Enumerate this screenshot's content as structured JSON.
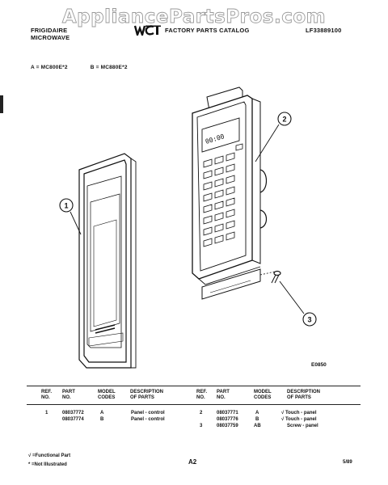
{
  "watermark": "AppliancePartsPros.com",
  "header": {
    "brand_line1": "FRIGIDAIRE",
    "brand_line2": "MICROWAVE",
    "catalog_title": "FACTORY PARTS CATALOG",
    "catalog_number": "LF33889100"
  },
  "models": {
    "a": "A = MC800E*2",
    "b": "B = MC880E*2"
  },
  "diagram": {
    "callouts": [
      "1",
      "2",
      "3"
    ],
    "display_readout": "00:00",
    "code": "E0850"
  },
  "table": {
    "headers": {
      "ref_no": [
        "REF.",
        "NO."
      ],
      "part_no": [
        "PART",
        "NO."
      ],
      "model_codes": [
        "MODEL",
        "CODES"
      ],
      "description": [
        "DESCRIPTION",
        "OF PARTS"
      ]
    },
    "left_rows": [
      {
        "ref": "1",
        "part": "08037772",
        "model": "A",
        "desc": "Panel - control"
      },
      {
        "ref": "",
        "part": "08037774",
        "model": "B",
        "desc": "Panel - control"
      }
    ],
    "right_rows": [
      {
        "ref": "2",
        "part": "08037771",
        "model": "A",
        "desc": "√ Touch - panel"
      },
      {
        "ref": "",
        "part": "08037776",
        "model": "B",
        "desc": "√ Touch - panel"
      },
      {
        "ref": "3",
        "part": "08037759",
        "model": "AB",
        "desc": "Screw - panel"
      }
    ]
  },
  "footnotes": {
    "functional": "√ =Functional Part",
    "not_illustrated": "* =Not Illustrated"
  },
  "page_number": "A2",
  "date": "5/89"
}
